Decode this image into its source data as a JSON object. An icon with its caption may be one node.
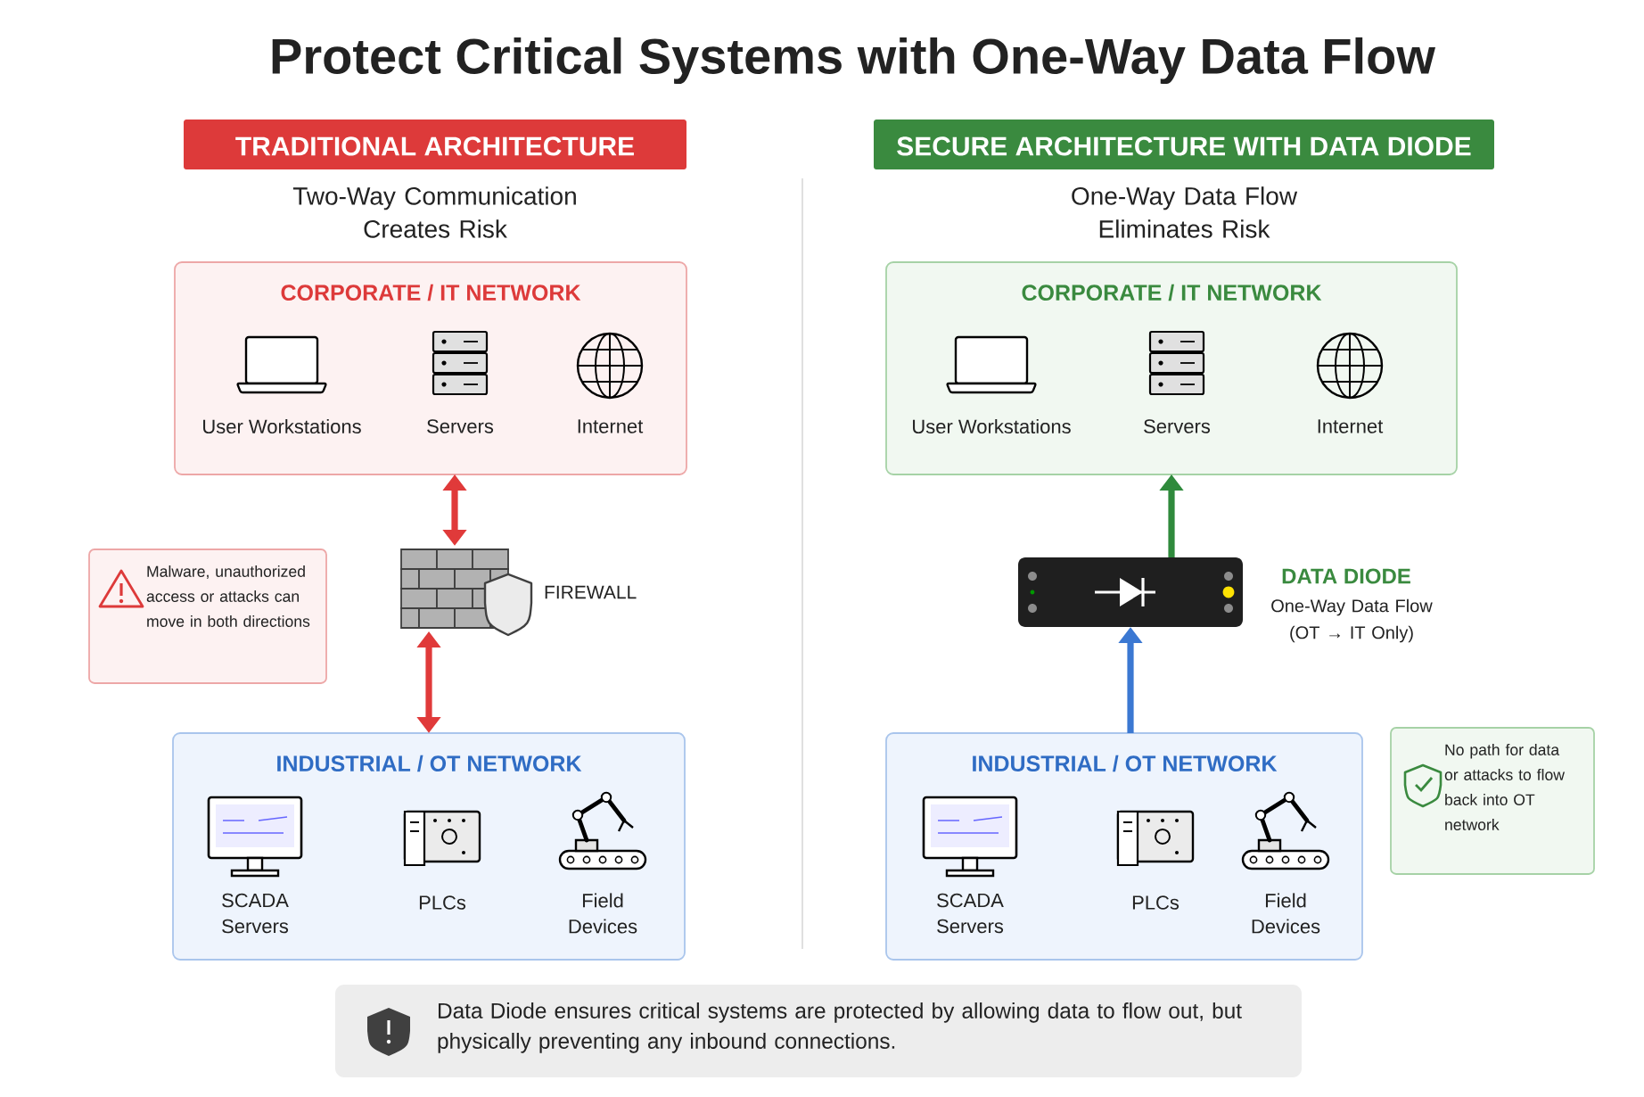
{
  "diagram": {
    "title": "Protect Critical Systems with One-Way Data Flow",
    "nodes": [
      {
        "text": [
          "TRADITIONAL ARCHITECTURE"
        ],
        "beside": [
          "Two-Way Communication Creates Risk"
        ]
      },
      {
        "text": [
          "CORPORATE / IT NETWORK"
        ]
      },
      {
        "text": [
          "User Workstations"
        ],
        "in": 1
      },
      {
        "text": [
          "Servers"
        ],
        "in": 1
      },
      {
        "text": [
          "Internet"
        ],
        "in": 1
      },
      {
        "text": [],
        "shape": "picture",
        "beside": [
          "FIREWALL"
        ]
      },
      {
        "text": [
          "Malware, unauthorized access or attacks can move in both directions"
        ]
      },
      {
        "text": [
          "INDUSTRIAL / OT NETWORK"
        ]
      },
      {
        "text": [
          "SCADA Servers"
        ],
        "in": 7
      },
      {
        "text": [
          "PLCs"
        ],
        "in": 7
      },
      {
        "text": [
          "Field Devices"
        ],
        "in": 7
      },
      {
        "text": [
          "SECURE ARCHITECTURE WITH DATA DIODE"
        ],
        "beside": [
          "One-Way Data Flow Eliminates Risk"
        ]
      },
      {
        "text": [
          "CORPORATE / IT NETWORK"
        ]
      },
      {
        "text": [
          "User Workstations"
        ],
        "in": 12
      },
      {
        "text": [
          "Servers"
        ],
        "in": 12
      },
      {
        "text": [
          "Internet"
        ],
        "in": 12
      },
      {
        "text": [],
        "shape": "box",
        "beside": [
          "DATA DIODE",
          "One-Way Data Flow (OT → IT Only)"
        ]
      },
      {
        "text": [
          "INDUSTRIAL / OT NETWORK"
        ]
      },
      {
        "text": [
          "SCADA Servers"
        ],
        "in": 17
      },
      {
        "text": [
          "PLCs"
        ],
        "in": 17
      },
      {
        "text": [
          "Field Devices"
        ],
        "in": 17
      },
      {
        "text": [
          "No path for data or attacks to flow back into OT network"
        ]
      },
      {
        "text": [
          "Data Diode ensures critical systems are protected by allowing data to flow out, but physically preventing any inbound connections."
        ]
      }
    ],
    "edges": [
      {
        "from": 1,
        "to": 5,
        "arrow": "both",
        "color": "#e03a3a"
      },
      {
        "from": 5,
        "to": 7,
        "arrow": "both",
        "color": "#e03a3a"
      },
      {
        "from": 17,
        "to": 16,
        "arrow": "to",
        "color": "#3b78d2"
      },
      {
        "from": 16,
        "to": 12,
        "arrow": "to",
        "color": "#2f8a3c"
      }
    ]
  }
}
